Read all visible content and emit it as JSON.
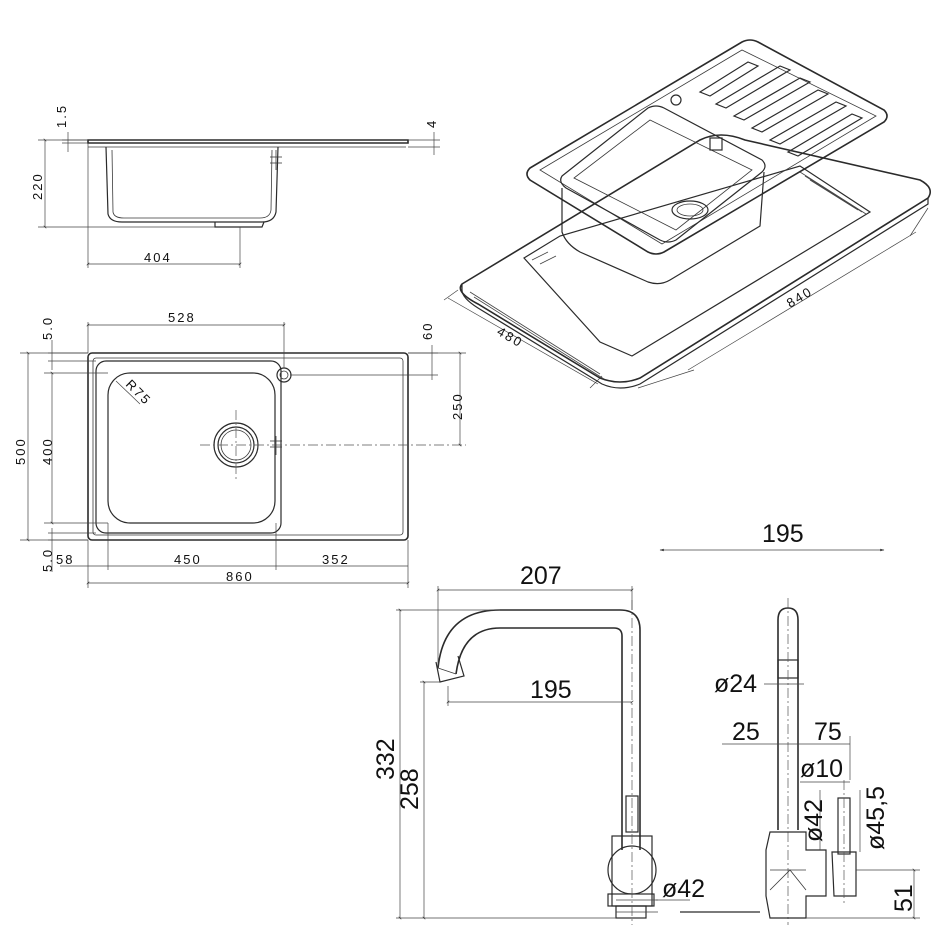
{
  "side_view": {
    "dims": {
      "rim": "1.5",
      "thickness": "4",
      "depth": "220",
      "width": "404"
    }
  },
  "top_view": {
    "dims": {
      "bowl_length": "528",
      "margin_top": "5.0",
      "hole_offset": "60",
      "drain_offset": "250",
      "total_depth": "500",
      "bowl_depth": "400",
      "radius": "R75",
      "margin_bottom": "5.0",
      "left_margin": "58",
      "bowl_width": "450",
      "drainer_width": "352",
      "total_width": "860"
    }
  },
  "iso_view": {
    "dims": {
      "depth": "480",
      "width": "840"
    }
  },
  "tap": {
    "dims": {
      "reach_top": "195",
      "spout_width": "207",
      "reach": "195",
      "height_total": "332",
      "height_spout": "258",
      "spout_dia": "ø24",
      "offset_a": "25",
      "offset_b": "75",
      "lever_dia": "ø10",
      "body_dia": "ø42",
      "flange_dia": "ø45,5",
      "base_dia": "ø42",
      "base_height": "51"
    }
  }
}
